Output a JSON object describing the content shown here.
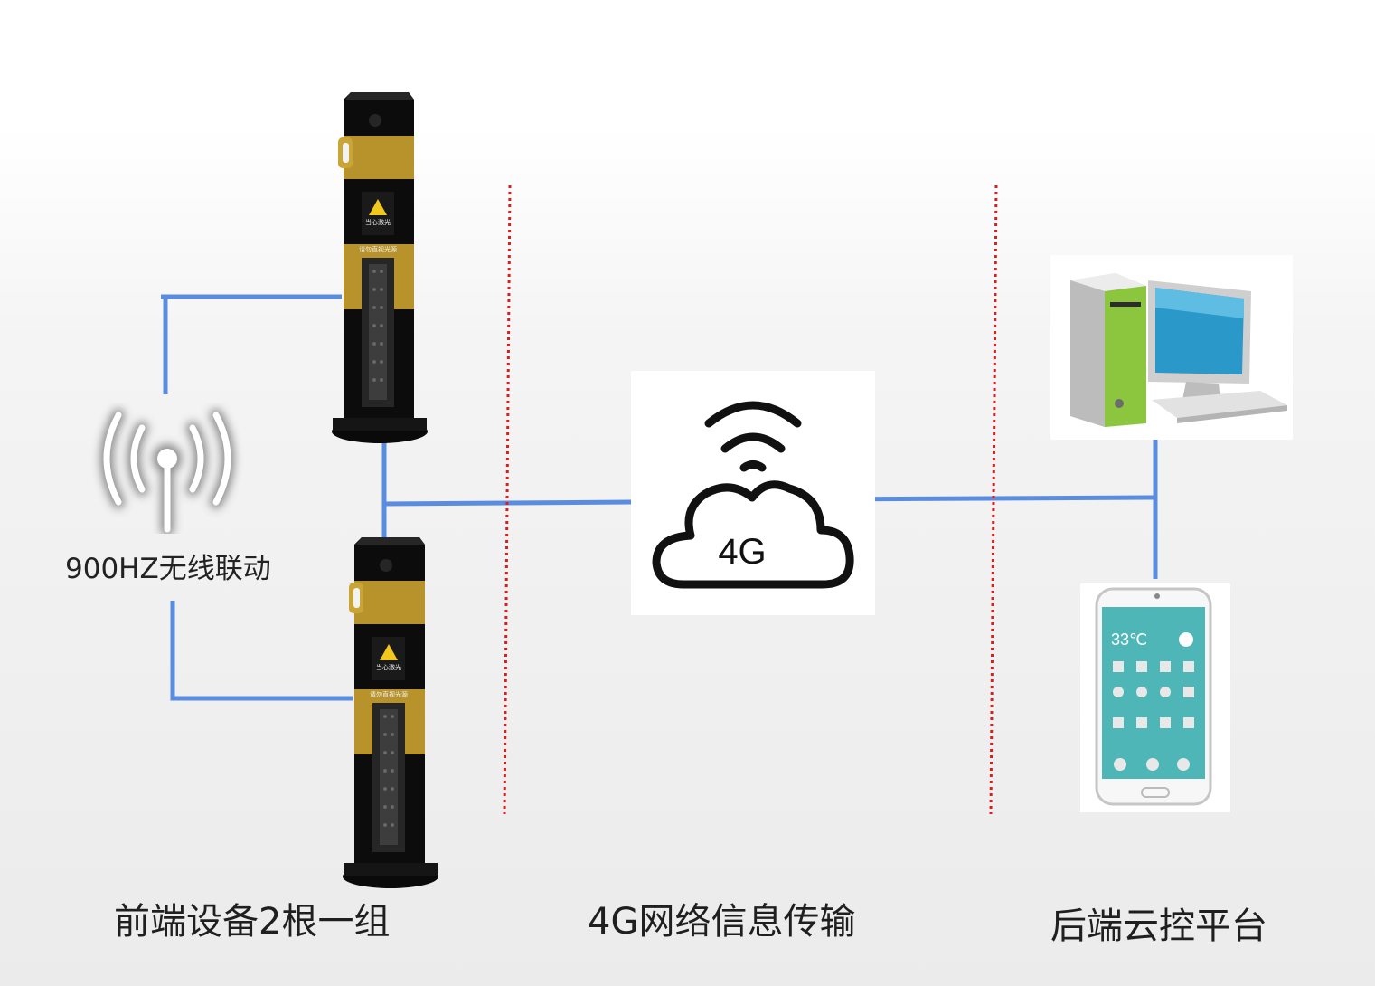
{
  "sections": {
    "frontend": "前端设备2根一组",
    "network": "4G网络信息传输",
    "backend": "后端云控平台"
  },
  "wireless_label": "900HZ无线联动",
  "cloud_label": "4G",
  "unit_text": {
    "warning": "当心激光",
    "sub": "请勿直视光源"
  },
  "phone": {
    "temperature": "33℃"
  },
  "colors": {
    "connector": "#5a8de0",
    "divider": "#e01b1b",
    "unit_yellow": "#b8922a",
    "unit_black": "#0c0c0c",
    "pc_green": "#8cc63f",
    "screen_blue": "#2a98c9"
  }
}
